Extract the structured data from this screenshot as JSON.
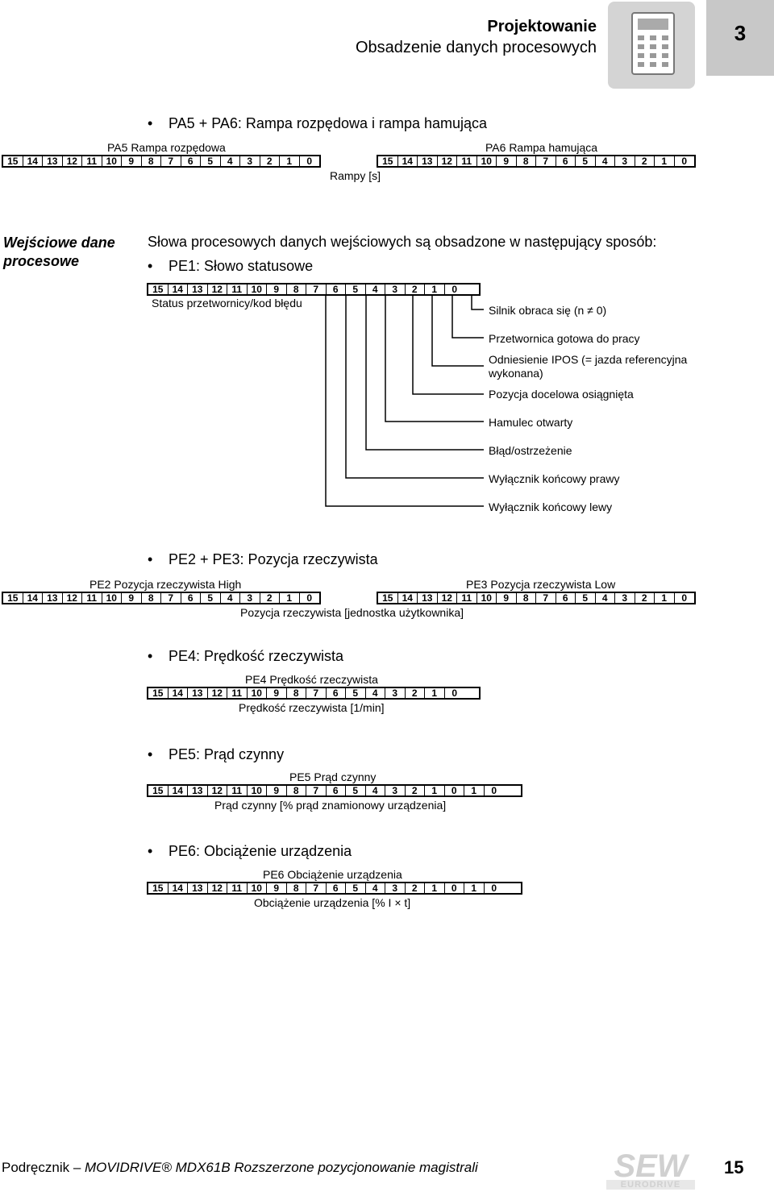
{
  "header": {
    "title": "Projektowanie",
    "subtitle": "Obsadzenie danych procesowych",
    "chapter": "3",
    "icon": "calculator-icon"
  },
  "bits16": [
    "15",
    "14",
    "13",
    "12",
    "11",
    "10",
    "9",
    "8",
    "7",
    "6",
    "5",
    "4",
    "3",
    "2",
    "1",
    "0"
  ],
  "bits18": [
    "15",
    "14",
    "13",
    "12",
    "11",
    "10",
    "9",
    "8",
    "7",
    "6",
    "5",
    "4",
    "3",
    "2",
    "1",
    "0",
    "1",
    "0"
  ],
  "pa56": {
    "bullet": "PA5 + PA6: Rampa rozpędowa i rampa hamująca",
    "left_caption": "PA5 Rampa rozpędowa",
    "right_caption": "PA6 Rampa hamująca",
    "bottom_caption": "Rampy [s]"
  },
  "side": {
    "line1": "Wejściowe dane",
    "line2": "procesowe"
  },
  "intro": "Słowa procesowych danych wejściowych są obsadzone w następujący sposób:",
  "pe1": {
    "bullet": "PE1: Słowo statusowe",
    "caption": "Status przetwornicy/kod błędu",
    "labels": [
      "Silnik obraca się (n ≠ 0)",
      "Przetwornica gotowa do pracy",
      "Odniesienie IPOS (= jazda referencyjna",
      "wykonana)",
      "Pozycja docelowa osiągnięta",
      "Hamulec otwarty",
      "Błąd/ostrzeżenie",
      "Wyłącznik końcowy prawy",
      "Wyłącznik końcowy lewy"
    ]
  },
  "pe23": {
    "bullet": "PE2 + PE3: Pozycja rzeczywista",
    "left_caption": "PE2 Pozycja rzeczywista High",
    "right_caption": "PE3 Pozycja rzeczywista Low",
    "bottom_caption": "Pozycja rzeczywista [jednostka użytkownika]"
  },
  "pe4": {
    "bullet": "PE4: Prędkość rzeczywista",
    "caption": "PE4 Prędkość rzeczywista",
    "bottom_caption": "Prędkość rzeczywista [1/min]"
  },
  "pe5": {
    "bullet": "PE5: Prąd czynny",
    "caption": "PE5 Prąd czynny",
    "bottom_caption": "Prąd czynny [% prąd znamionowy urządzenia]"
  },
  "pe6": {
    "bullet": "PE6: Obciążenie urządzenia",
    "caption": "PE6 Obciążenie urządzenia",
    "bottom_caption": "Obciążenie urządzenia [% I × t]"
  },
  "footer": {
    "prefix": "Podręcznik – ",
    "text": "MOVIDRIVE® MDX61B Rozszerzone pozycjonowanie magistrali",
    "page": "15",
    "logo": "SEW",
    "logo_sub": "EURODRIVE"
  }
}
